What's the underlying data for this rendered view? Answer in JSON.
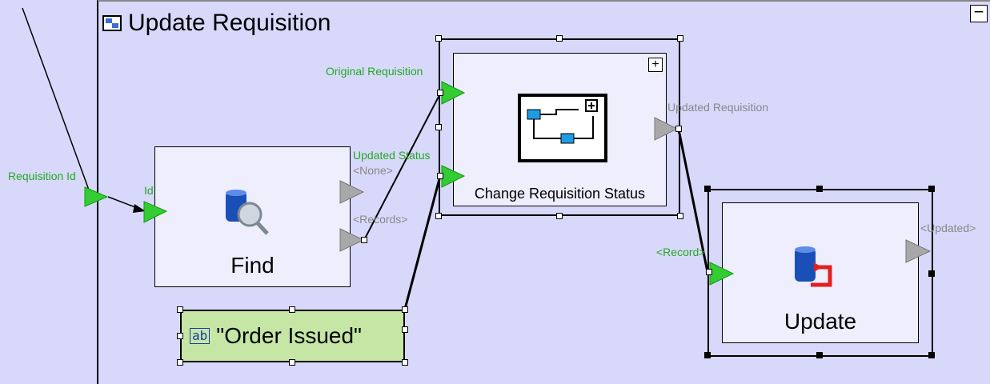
{
  "container": {
    "title": "Update Requisition",
    "collapse_symbol": "−"
  },
  "nodes": {
    "find": {
      "label": "Find"
    },
    "change_status": {
      "label": "Change Requisition Status",
      "expand_symbol": "+"
    },
    "update": {
      "label": "Update"
    },
    "literal": {
      "label": "\"Order Issued\"",
      "icon_text": "ab"
    }
  },
  "ports": {
    "requisition_id": "Requisition Id",
    "id": "Id",
    "updated_status": "Updated Status",
    "none": "<None>",
    "records": "<Records>",
    "original_requisition": "Original Requisition",
    "updated_requisition": "Updated Requisition",
    "record": "<Record>",
    "updated": "<Updated>"
  },
  "colors": {
    "canvas": "#d8d8fb",
    "node_fill": "#eeeefc",
    "input_port": "#33cc33",
    "output_port": "#a0a0a0",
    "literal_fill": "#c5e6a5",
    "port_label_green": "#22aa22",
    "port_label_grey": "#888888"
  }
}
